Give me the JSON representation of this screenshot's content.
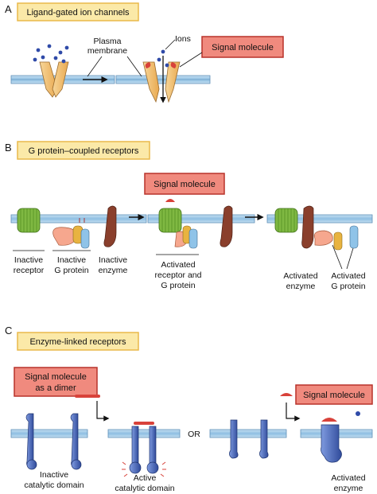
{
  "panel_a": {
    "letter": "A",
    "title": "Ligand-gated ion channels",
    "plasma_membrane": [
      "Plasma",
      "membrane"
    ],
    "ions": "Ions",
    "signal_molecule": "Signal molecule"
  },
  "panel_b": {
    "letter": "B",
    "title": "G protein–coupled receptors",
    "signal_molecule": "Signal molecule",
    "inactive_receptor": [
      "Inactive",
      "receptor"
    ],
    "inactive_g_protein": [
      "Inactive",
      "G protein"
    ],
    "inactive_enzyme": [
      "Inactive",
      "enzyme"
    ],
    "activated_receptor": [
      "Activated",
      "receptor and",
      "G protein"
    ],
    "activated_enzyme": [
      "Activated",
      "enzyme"
    ],
    "activated_g_protein": [
      "Activated",
      "G protein"
    ]
  },
  "panel_c": {
    "letter": "C",
    "title": "Enzyme-linked receptors",
    "signal_dimer": [
      "Signal molecule",
      "as a dimer"
    ],
    "signal_molecule": "Signal molecule",
    "or_label": "OR",
    "inactive_domain": [
      "Inactive",
      "catalytic domain"
    ],
    "active_domain": [
      "Active",
      "catalytic domain"
    ],
    "activated_enzyme": [
      "Activated",
      "enzyme"
    ]
  },
  "colors": {
    "title_box_fill": "#fbe9a8",
    "title_box_stroke": "#e9b94a",
    "signal_box_fill": "#f08a7e",
    "signal_box_stroke": "#b8322a",
    "membrane": "#9cc7e6",
    "channel": "#f3c27a",
    "receptor_green": "#7fb842",
    "enzyme_brown": "#8a3f2c",
    "catalytic_blue": "#4f6fc0"
  }
}
